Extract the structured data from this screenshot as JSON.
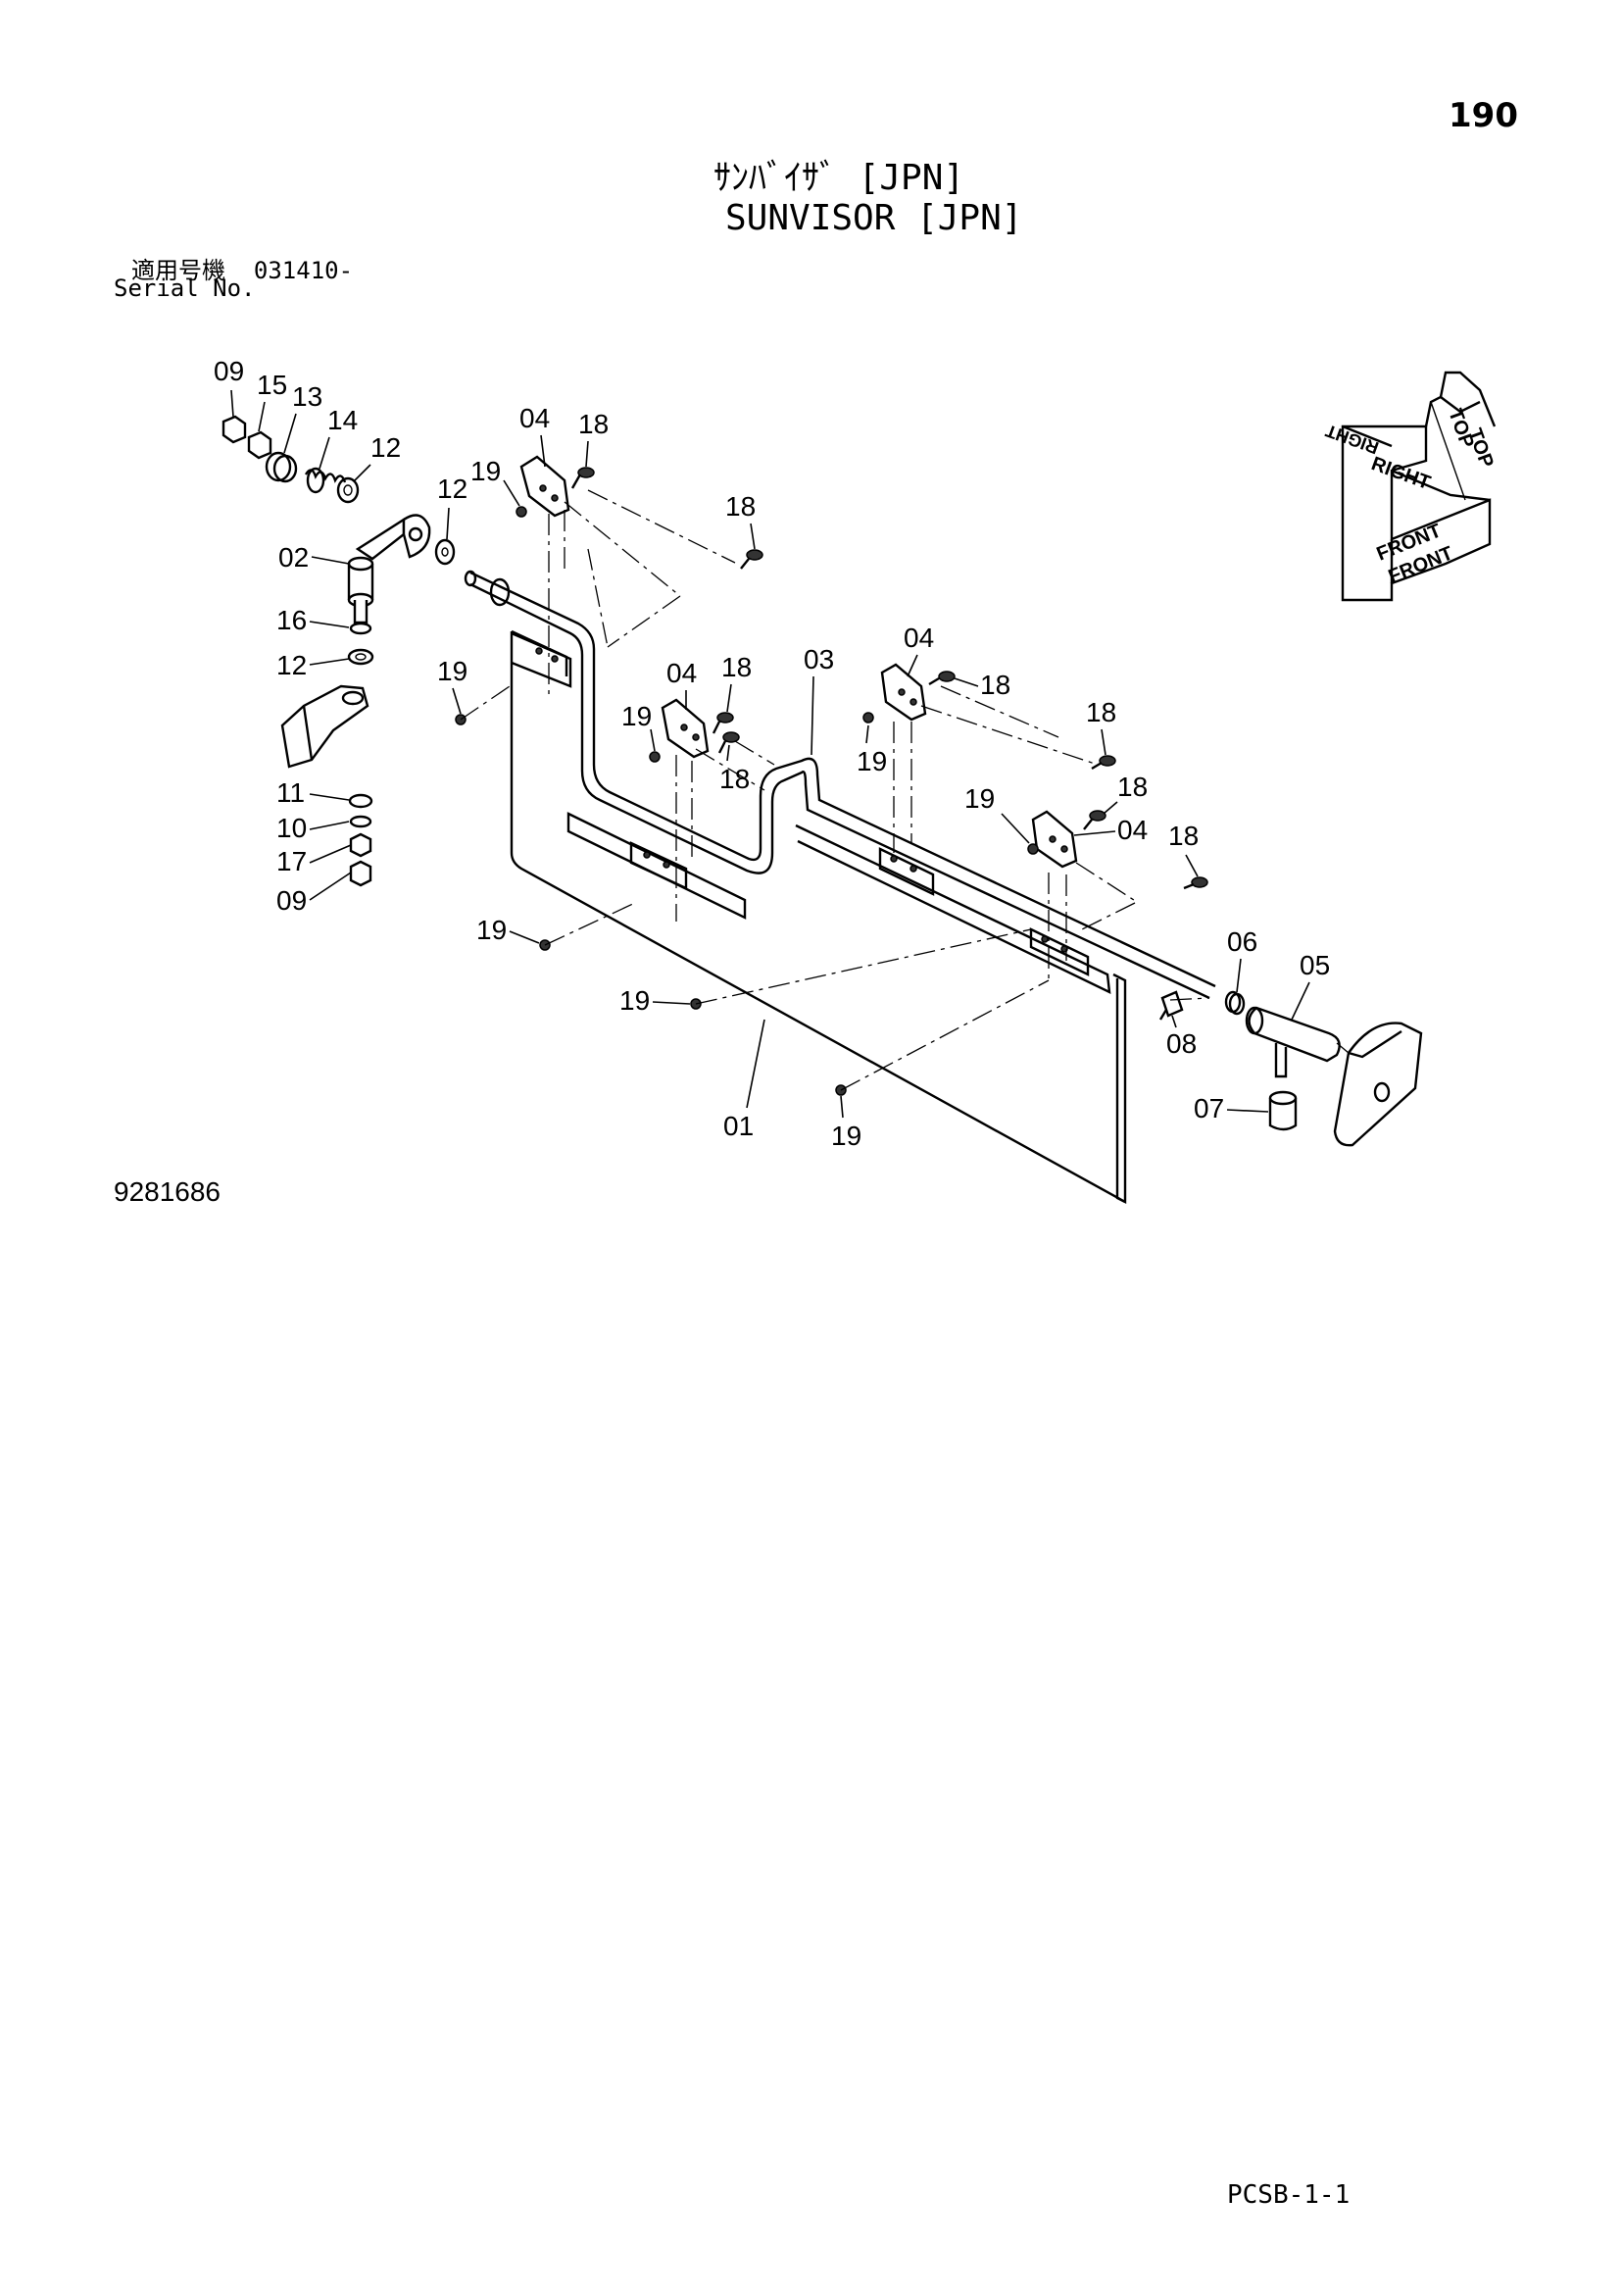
{
  "page": {
    "number": "190",
    "title_jp": "ｻﾝﾊﾞｲｻﾞ [JPN]",
    "title_en": "SUNVISOR [JPN]",
    "serial_label_jp": "適用号機",
    "serial_number": "031410-",
    "serial_label_en": "Serial No.",
    "drawing_number": "9281686",
    "page_code": "PCSB-1-1"
  },
  "orientation_key": {
    "labels": [
      "TOP",
      "TOP",
      "RIGHT",
      "RIGHT",
      "FRONT",
      "FRONT"
    ]
  },
  "callouts": [
    "09",
    "15",
    "13",
    "14",
    "12",
    "12",
    "02",
    "16",
    "12",
    "11",
    "10",
    "17",
    "09",
    "04",
    "18",
    "19",
    "18",
    "19",
    "04",
    "18",
    "19",
    "18",
    "03",
    "04",
    "18",
    "19",
    "18",
    "18",
    "19",
    "04",
    "18",
    "19",
    "19",
    "06",
    "05",
    "08",
    "07",
    "01",
    "19"
  ]
}
